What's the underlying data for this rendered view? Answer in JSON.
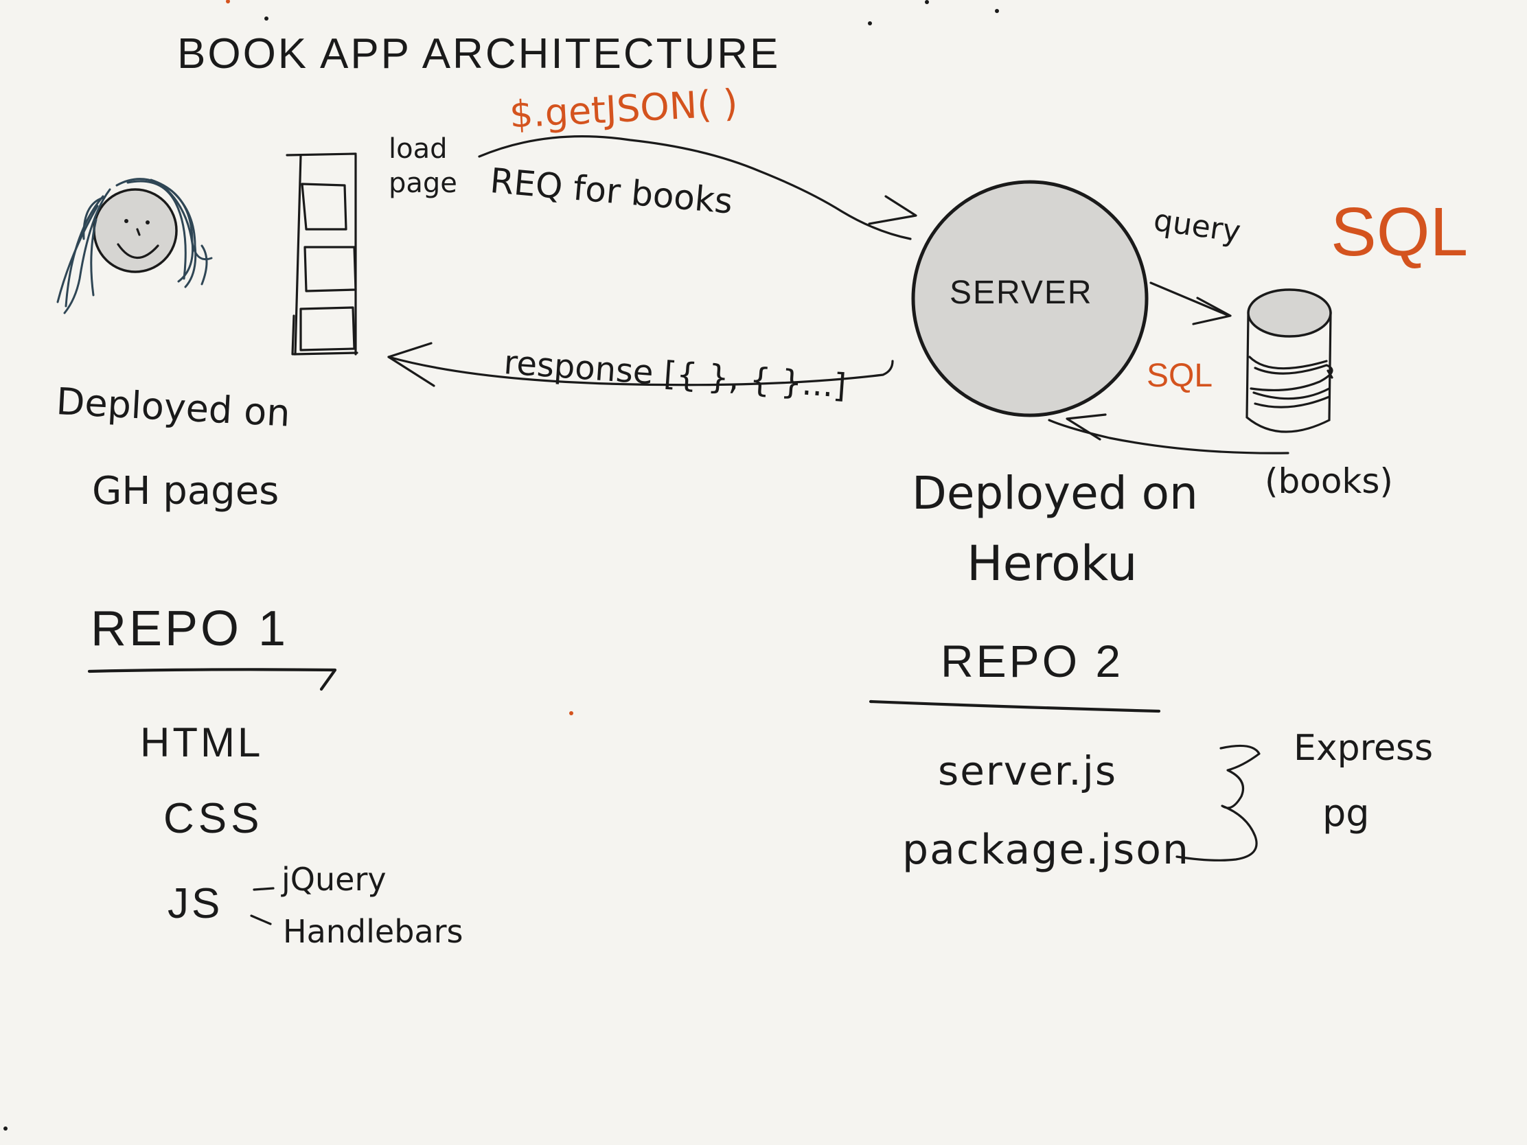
{
  "diagram": {
    "title": "Book App Architecture",
    "colors": {
      "ink": "#1a1a1a",
      "accent": "#d4531e",
      "background": "#f5f4f0",
      "fill_gray": "#d6d5d2",
      "hair": "#2f4655"
    },
    "client": {
      "icon": "user-avatar-icon",
      "page_icon": "webpage-icon",
      "load_page_label": "load\npage",
      "deployed_label": "Deployed on",
      "host_label": "GH pages"
    },
    "request_arrow": {
      "method_label": "$.getJSON( )",
      "label": "REQ for books"
    },
    "response_arrow": {
      "label": "response [{ }, { }...]"
    },
    "server": {
      "icon": "server-circle-icon",
      "label": "SERVER",
      "deployed_label": "Deployed on",
      "host_label": "Heroku"
    },
    "database": {
      "icon": "database-cylinder-icon",
      "title": "SQL",
      "query_label": "query",
      "sql_label": "SQL",
      "result_label": "(books)"
    },
    "repo1": {
      "title": "REPO 1",
      "items": [
        "HTML",
        "CSS",
        "JS"
      ],
      "js_libs": [
        "jQuery",
        "Handlebars"
      ]
    },
    "repo2": {
      "title": "REPO 2",
      "files": [
        "server.js",
        "package.json"
      ],
      "deps": [
        "Express",
        "pg"
      ]
    }
  }
}
